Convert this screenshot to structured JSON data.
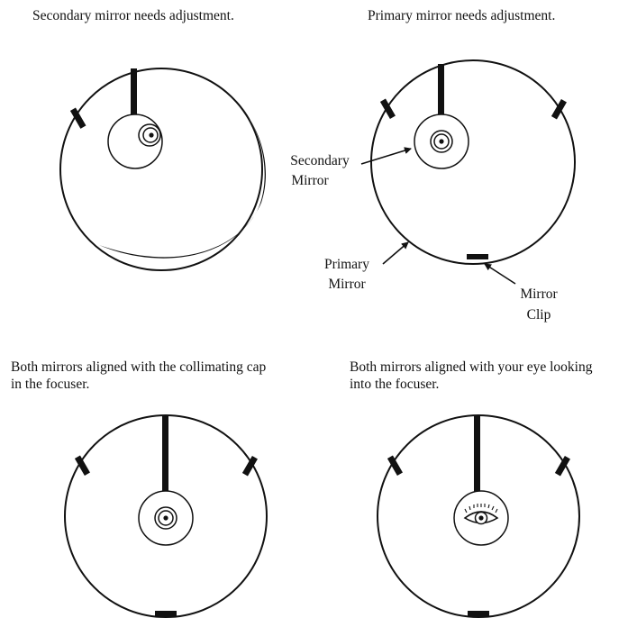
{
  "captions": {
    "top_left": "Secondary mirror needs adjustment.",
    "top_right": "Primary mirror needs adjustment.",
    "bottom_left": [
      "Both mirrors aligned with the collimating cap",
      "in the focuser."
    ],
    "bottom_right": [
      "Both mirrors aligned with your eye looking",
      "into the focuser."
    ]
  },
  "callouts": {
    "secondary_mirror": [
      "Secondary",
      "Mirror"
    ],
    "primary_mirror": [
      "Primary",
      "Mirror"
    ],
    "mirror_clip": [
      "Mirror",
      "Clip"
    ]
  },
  "colors": {
    "ink": "#111111",
    "paper": "#ffffff"
  }
}
